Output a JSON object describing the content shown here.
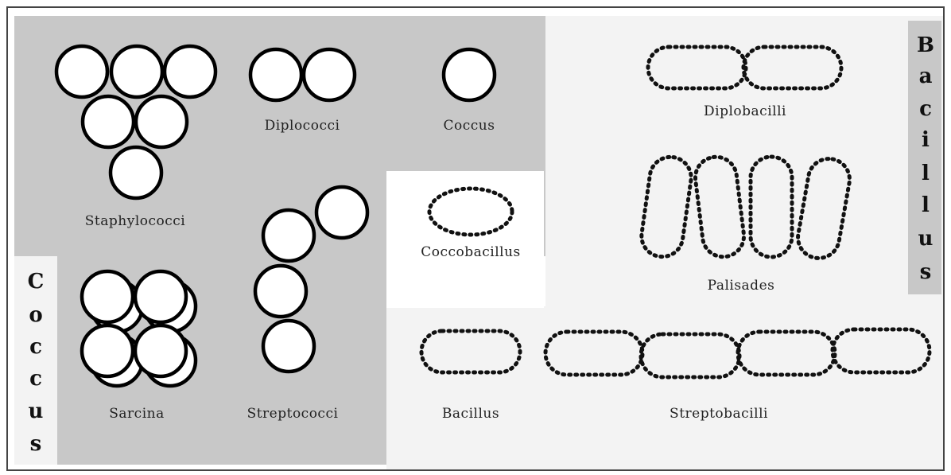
{
  "colors": {
    "frame": "#444444",
    "cocci_panel": "#c8c8c8",
    "bacilli_panel": "#f3f3f3",
    "coccobacillus_panel": "#ffffff",
    "bacillus_header": "#c8c8c8",
    "coccus_header": "#f3f3f3"
  },
  "headers": {
    "coccus": [
      "C",
      "o",
      "c",
      "c",
      "u",
      "s"
    ],
    "bacillus": [
      "B",
      "a",
      "c",
      "i",
      "l",
      "l",
      "u",
      "s"
    ]
  },
  "labels": {
    "staphylococci": "Staphylococci",
    "diplococci": "Diplococci",
    "coccus": "Coccus",
    "sarcina": "Sarcina",
    "streptococci": "Streptococci",
    "coccobacillus": "Coccobacillus",
    "diplobacilli": "Diplobacilli",
    "palisades": "Palisades",
    "bacillus": "Bacillus",
    "streptobacilli": "Streptobacilli"
  },
  "shapes": {
    "cocci_cell": "solid-outline-circle",
    "bacilli_cell": "dotted-outline-rod"
  }
}
